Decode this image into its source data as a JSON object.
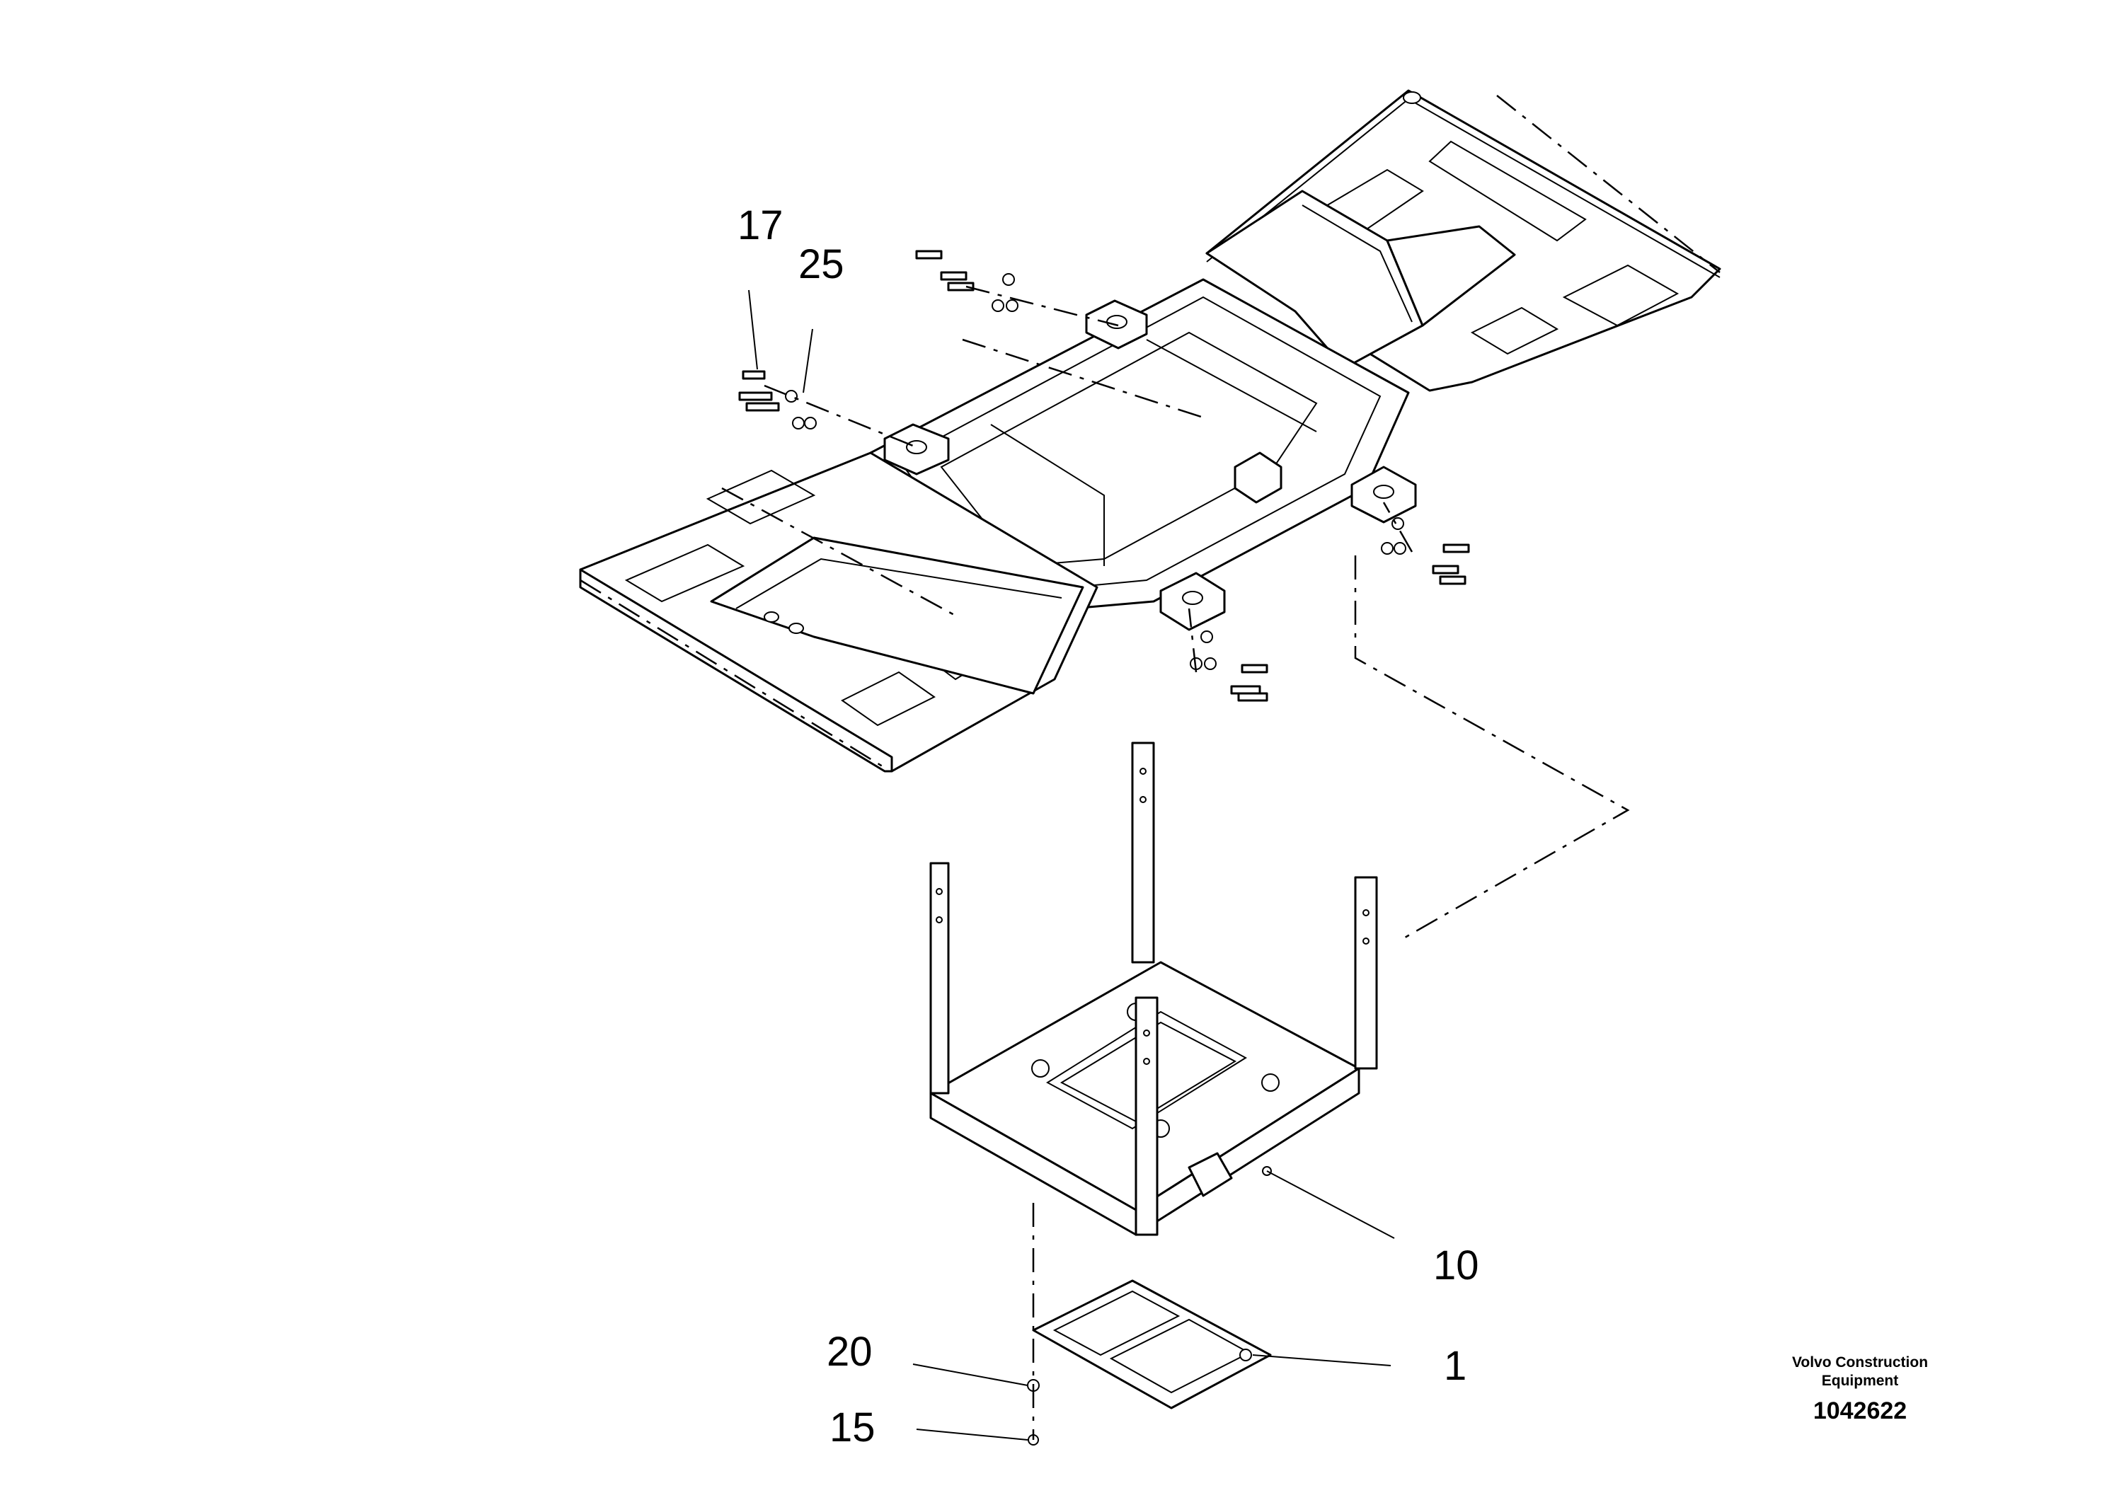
{
  "callouts": [
    {
      "id": "c17",
      "label": "17"
    },
    {
      "id": "c25",
      "label": "25"
    },
    {
      "id": "c10",
      "label": "10"
    },
    {
      "id": "c1",
      "label": "1"
    },
    {
      "id": "c20",
      "label": "20"
    },
    {
      "id": "c15",
      "label": "15"
    }
  ],
  "title_block": {
    "company_line1": "Volvo Construction",
    "company_line2": "Equipment",
    "drawing_number": "1042622"
  }
}
